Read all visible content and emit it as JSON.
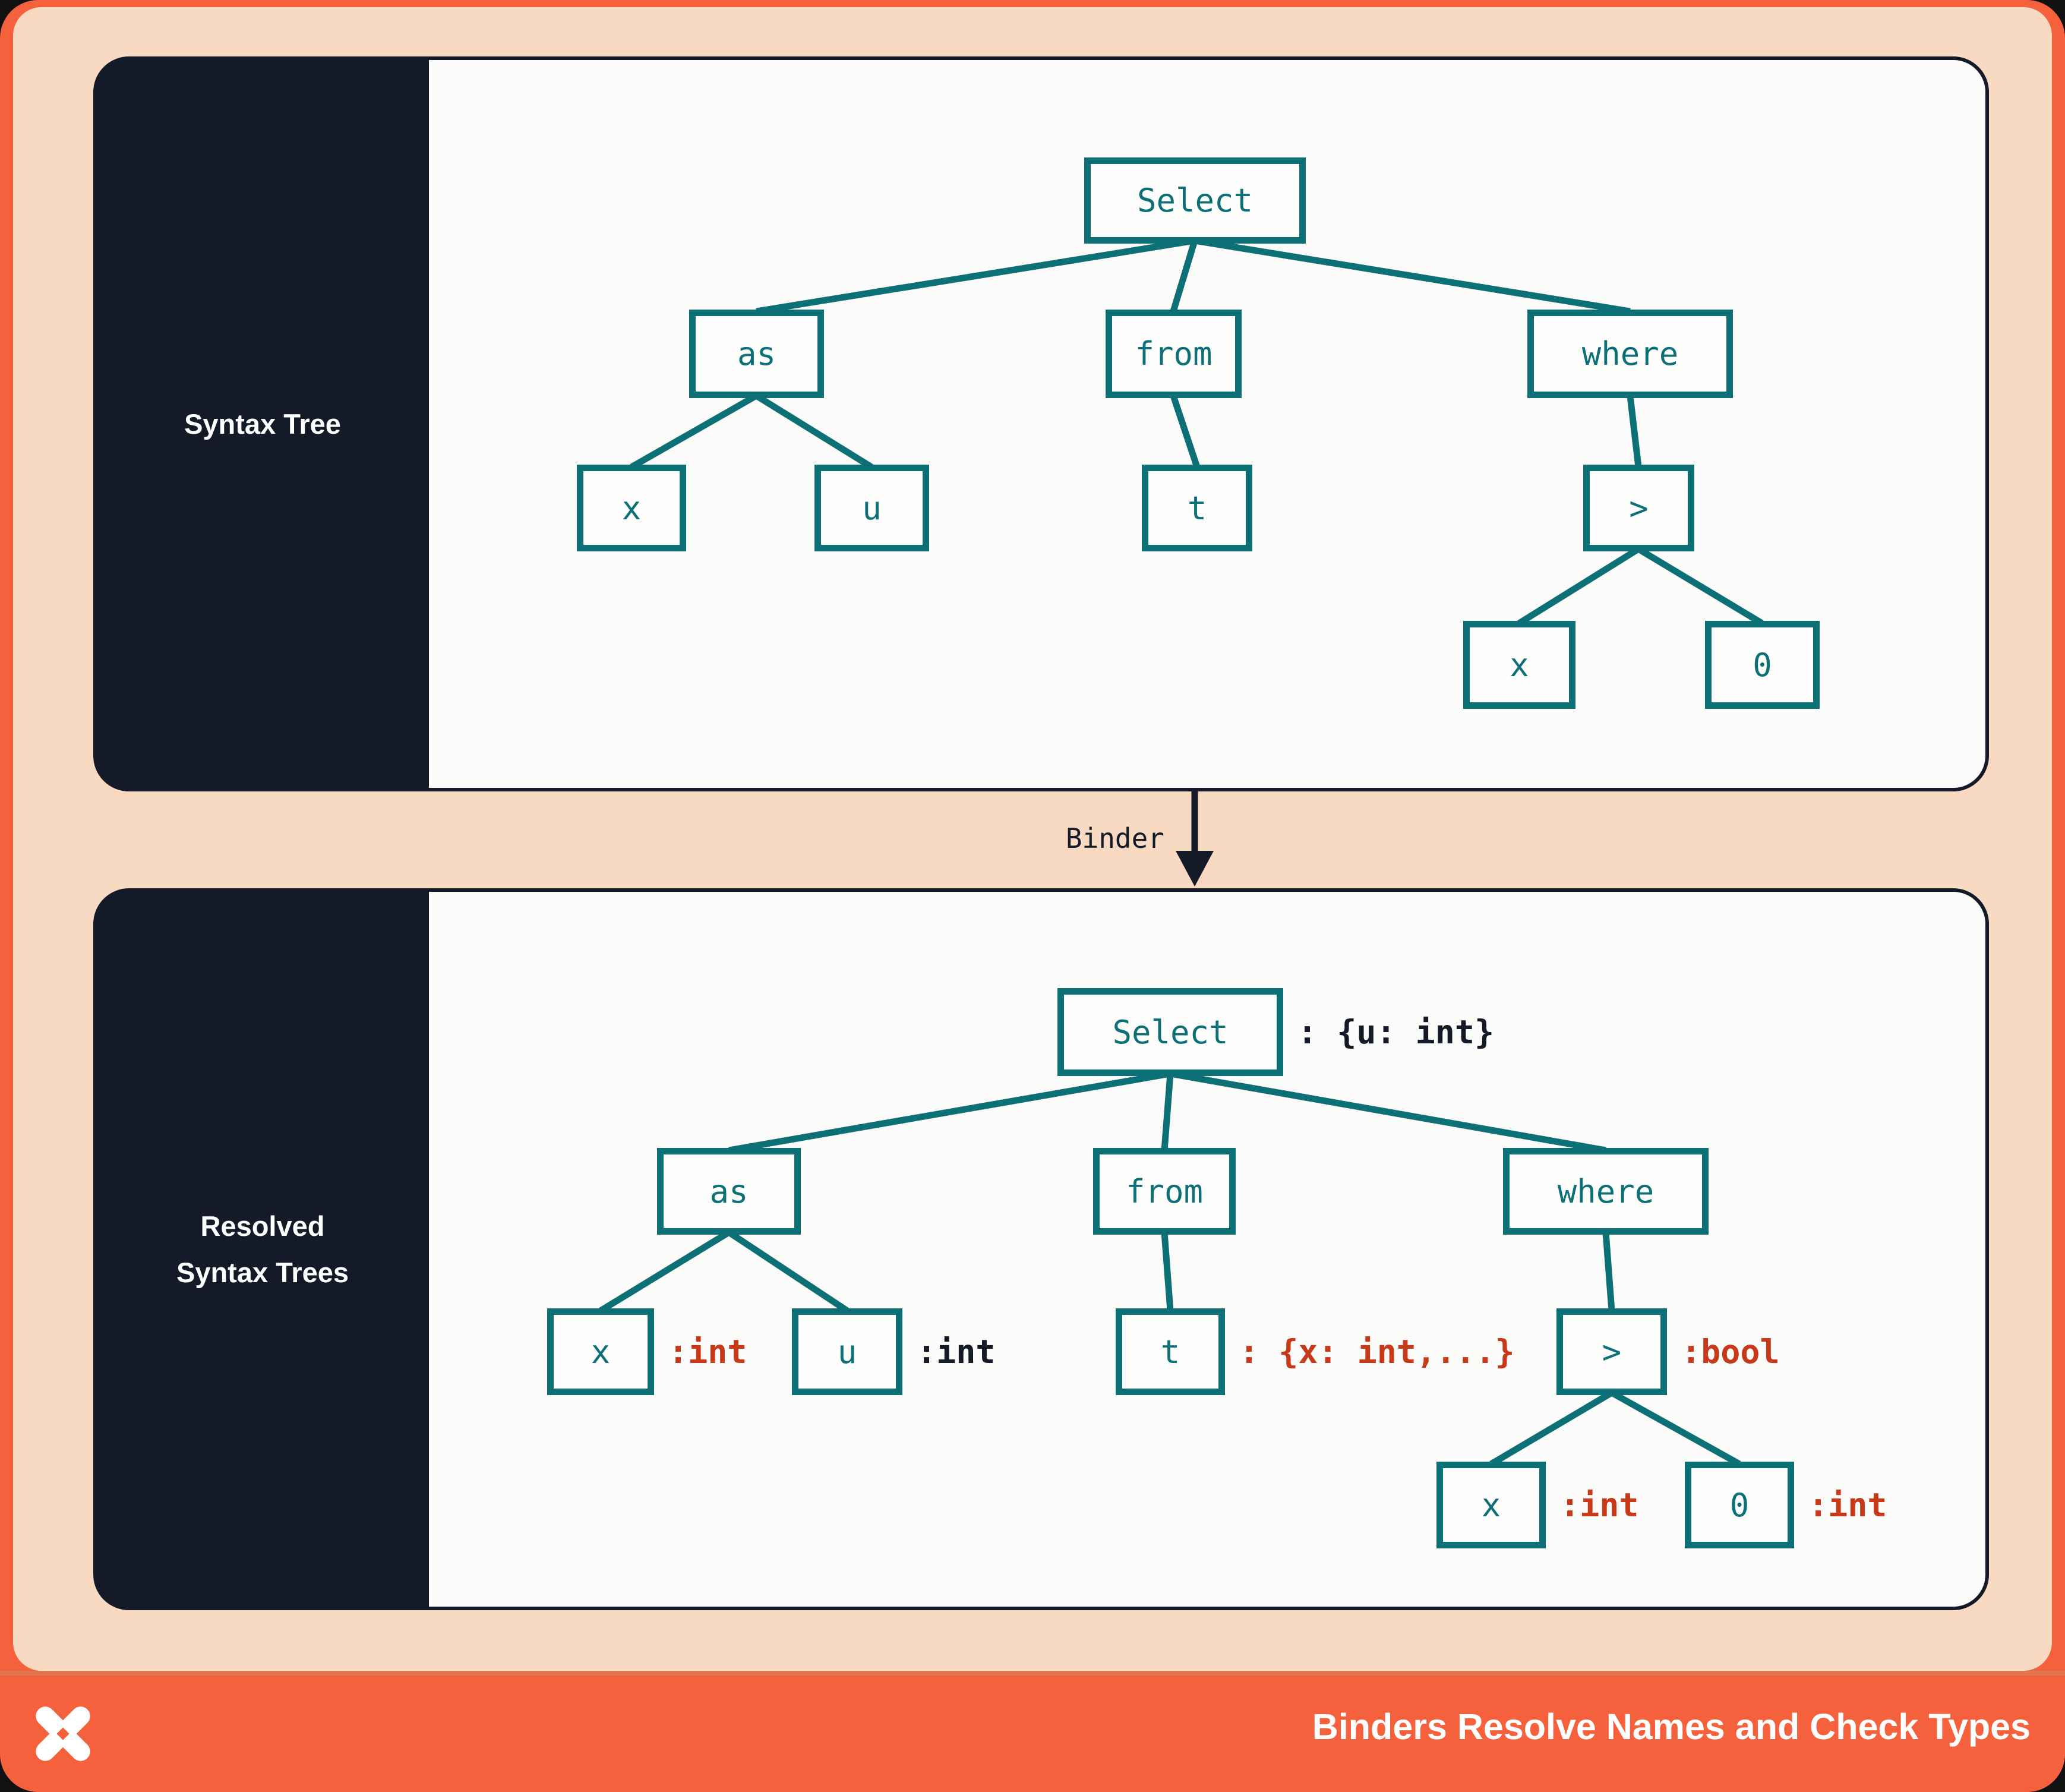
{
  "palette": {
    "frame_orange": "#F4613C",
    "footer_hairline_orange": "#E0764E",
    "peach_background": "#F8DAC2",
    "navy": "#141A28",
    "panel_background": "#FBFBF9",
    "teal": "#0E7077",
    "annotation_red": "#C8391A",
    "white": "#FFFFFF"
  },
  "panel_top": {
    "title": "Syntax Tree",
    "nodes": {
      "select": "Select",
      "as": "as",
      "from": "from",
      "where": "where",
      "x1": "x",
      "u": "u",
      "t": "t",
      "gt": ">",
      "x2": "x",
      "zero": "0"
    }
  },
  "binder": {
    "label": "Binder"
  },
  "panel_bottom": {
    "title_line1": "Resolved",
    "title_line2": "Syntax Trees",
    "nodes": {
      "select": "Select",
      "as": "as",
      "from": "from",
      "where": "where",
      "x1": "x",
      "u": "u",
      "t": "t",
      "gt": ">",
      "x2": "x",
      "zero": "0"
    },
    "annotations": {
      "select": ": {u: int}",
      "x1": ":int",
      "u": ":int",
      "t": ": {x: int,...}",
      "gt": ":bool",
      "x2": ":int",
      "zero": ":int"
    }
  },
  "footer": {
    "title": "Binders Resolve Names and Check Types",
    "logo": "pinwheel-x-logo"
  }
}
